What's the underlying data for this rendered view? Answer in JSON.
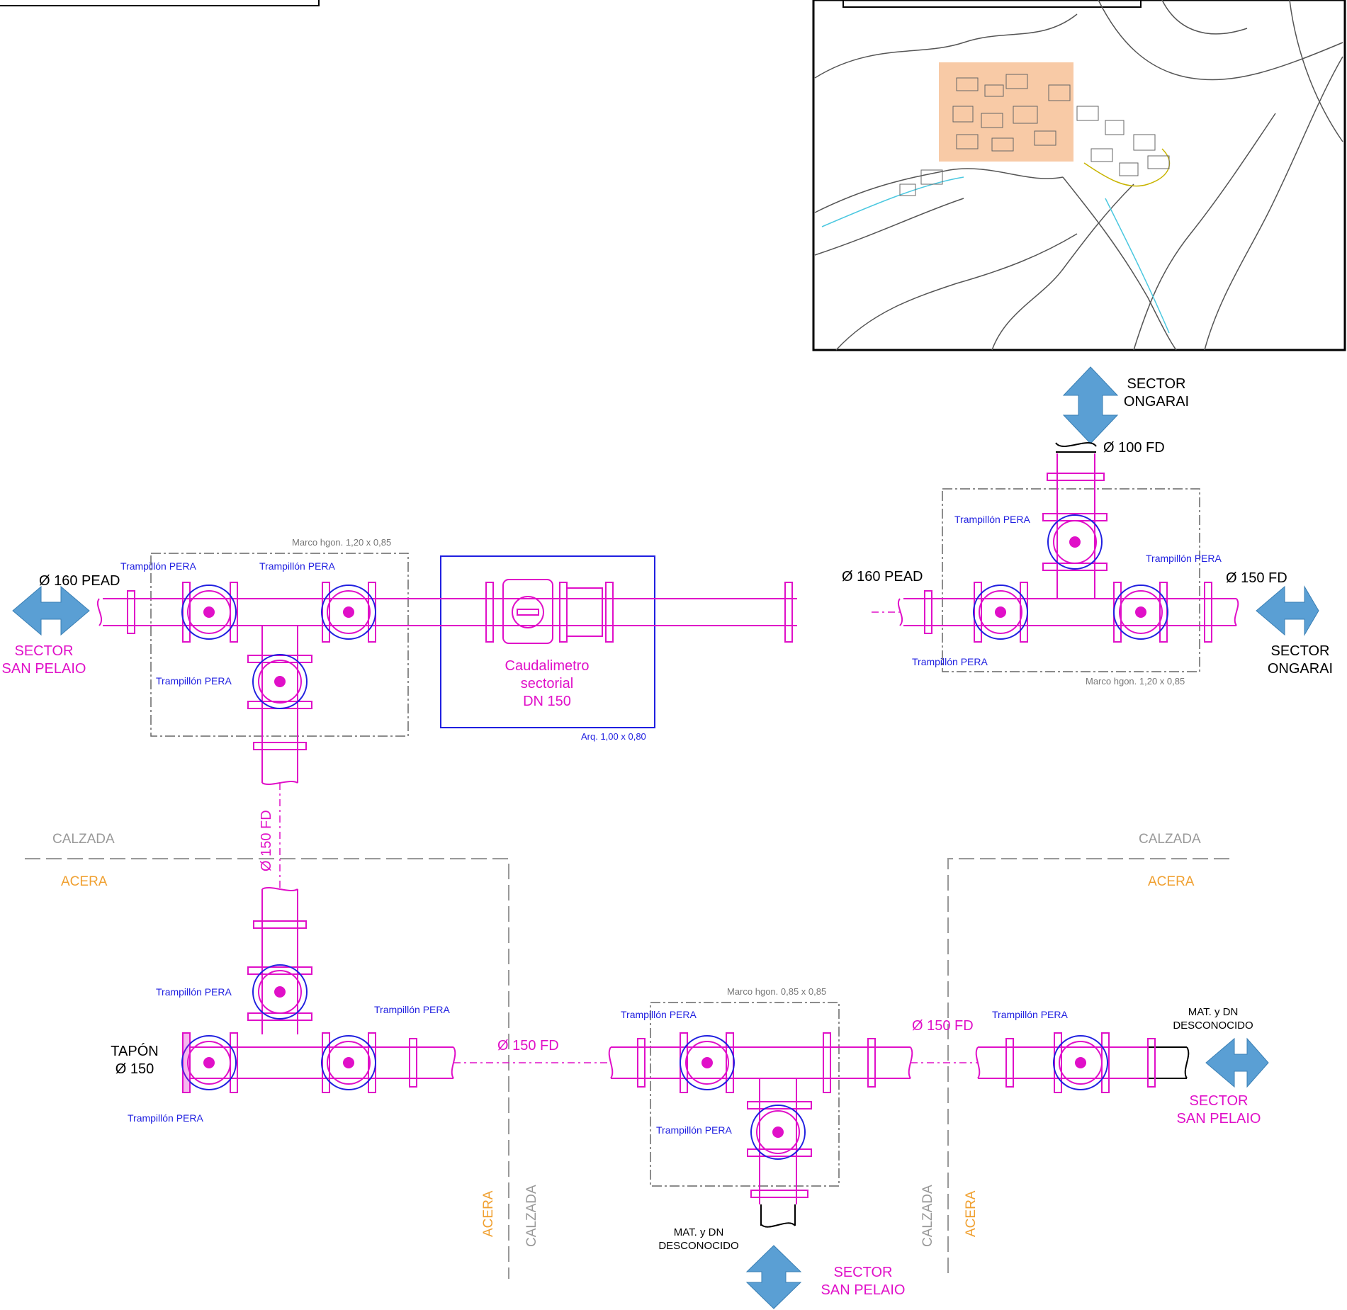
{
  "colors": {
    "pipe": "#e010c8",
    "valve_ring": "#2020e0",
    "sector_label": "#e010c8",
    "acera": "#f0a030",
    "calzada": "#999999",
    "arrow": "#5a9fd4",
    "map_highlight": "#f5b888"
  },
  "labels": {
    "sector_ongarai_top": "SECTOR\nONGARAI",
    "sector_ongarai_right": "SECTOR\nONGARAI",
    "sector_san_pelaio_left": "SECTOR\nSAN PELAIO",
    "sector_san_pelaio_right": "SECTOR\nSAN PELAIO",
    "sector_san_pelaio_bottom": "SECTOR\nSAN PELAIO",
    "d100fd": "Ø 100 FD",
    "d160pead_left": "Ø 160 PEAD",
    "d160pead_mid": "Ø 160 PEAD",
    "d150fd_right": "Ø 150 FD",
    "d150fd_vertical": "Ø 150 FD",
    "d150fd_bottom_mid": "Ø 150 FD",
    "d150fd_bottom_right": "Ø 150 FD",
    "marco_top_left": "Marco hgon. 1,20 x 0,85",
    "marco_top_right": "Marco hgon. 1,20 x 0,85",
    "marco_bottom": "Marco hgon. 0,85 x 0,85",
    "caudalimetro": "Caudalimetro\nsectorial\nDN 150",
    "arqueta": "Arq. 1,00 x 0,80",
    "trampillon": "Trampillón PERA",
    "calzada": "CALZADA",
    "acera": "ACERA",
    "tapon": "TAPÓN\nØ 150",
    "mat_dn": "MAT. y DN\nDESCONOCIDO"
  }
}
